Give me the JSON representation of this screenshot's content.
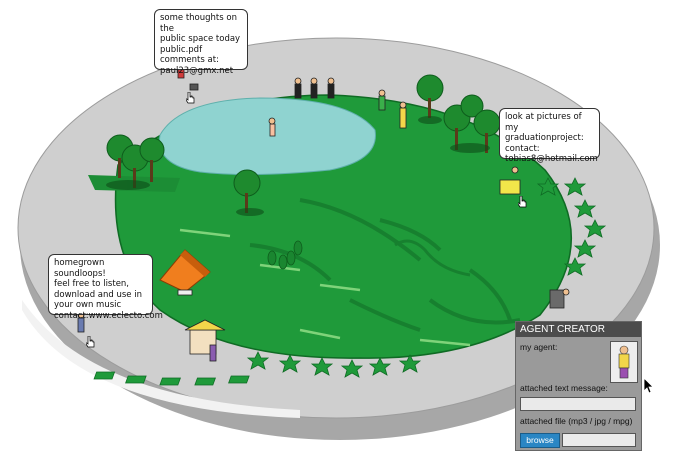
{
  "bubbles": {
    "top": "some thoughts on the\npublic space today\npublic.pdf\ncomments at:\npaul23@gmx.net",
    "right": "look at pictures of my\ngraduationproject:\ncontact:\ntobias8@hotmail.com",
    "left": "homegrown soundloops!\nfeel free to listen,\ndownload and use in\nyour own music\ncontact:www.eclecto.com"
  },
  "agent_creator": {
    "title": "AGENT CREATOR",
    "my_agent_label": "my agent:",
    "text_message_label": "attached text message:",
    "file_label": "attached file (mp3 / jpg / mpg)",
    "browse_label": "browse"
  },
  "colors": {
    "grass": "#1f9a3a",
    "grass_dark": "#16782c",
    "pond": "#8fd3d0",
    "disc": "#cfcfcf",
    "disc_edge": "#a9a9a9"
  }
}
